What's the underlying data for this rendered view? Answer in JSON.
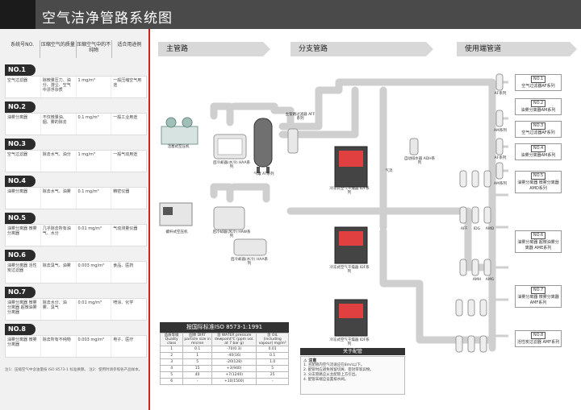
{
  "header": {
    "title": "空气洁净管路系统图"
  },
  "left": {
    "columns": [
      "系统号NO.",
      "压缩空气的质量",
      "压缩空气中的不纯物",
      "适合用途例"
    ],
    "rows": [
      {
        "no": "NO.1",
        "name": "空气过滤器",
        "quality": "除微量压力、油分、游尘、空气中漂浮杂质",
        "impurity": "1 mg/m³",
        "use": "一般压缩空气用途"
      },
      {
        "no": "NO.2",
        "name": "油雾分离器",
        "quality": "不仅微量油、烟、雾的除去",
        "impurity": "0.1 mg/m³",
        "use": "一般工业用途"
      },
      {
        "no": "NO.3",
        "name": "空气过滤器",
        "quality": "除去水气、油分",
        "impurity": "1 mg/m³",
        "use": "一般气动用途"
      },
      {
        "no": "NO.4",
        "name": "油雾分离器",
        "quality": "除去水气、油雾",
        "impurity": "0.1 mg/m³",
        "use": "精密仪器"
      },
      {
        "no": "NO.5",
        "name": "油雾分离器 微雾分离器",
        "quality": "几乎除去所有油气、水分",
        "impurity": "0.01 mg/m³",
        "use": "气动测量仪器"
      },
      {
        "no": "NO.6",
        "name": "油雾分离器 活性炭过滤器",
        "quality": "除去臭气、油雾",
        "impurity": "0.003 mg/m³",
        "use": "食品、医药"
      },
      {
        "no": "NO.7",
        "name": "油雾分离器 微雾分离器 超微油雾分离器",
        "quality": "除去水分、油雾、臭气",
        "impurity": "0.01 mg/m³",
        "use": "喷涂、化学"
      },
      {
        "no": "NO.8",
        "name": "油雾分离器 微雾分离器",
        "quality": "除去所有不纯物",
        "impurity": "0.003 mg/m³",
        "use": "电子、医疗"
      }
    ],
    "footer": "注1：压缩空气中含油量按 ISO 8573-1 标准换算。 注2：使用时请参照各产品样本。"
  },
  "sections": {
    "main": "主管路",
    "branch": "分支管路",
    "use": "使用端管道"
  },
  "diagram": {
    "compressor1": "活塞式空压机",
    "compressor2": "螺杆式空压机",
    "cooler1": "后冷却器(水冷) HAA系列",
    "cooler2": "后冷却器(风冷) HAW系列",
    "cooler3": "后冷却器(水冷) HAA系列",
    "tank": "气罐 AT系列",
    "main_filter": "主管路过滤器 AFF系列",
    "dryer1": "冷冻式空气干燥器 IDF系列",
    "dryer2": "冷冻式空气干燥器 IDF系列",
    "dryer3": "冷冻式空气干燥器 IDF系列",
    "drain": "自动排水器 ADH系列",
    "air": "气流",
    "filter_labels": [
      "AF系列",
      "AM系列",
      "AF系列",
      "AM系列",
      "AFF",
      "IDG",
      "AMD",
      "AMH",
      "AMG"
    ]
  },
  "use_boxes": [
    {
      "no": "NO.1",
      "text": "空气过滤器AF系列"
    },
    {
      "no": "NO.2",
      "text": "油雾分离器AM系列"
    },
    {
      "no": "NO.3",
      "text": "空气过滤器AF系列"
    },
    {
      "no": "NO.4",
      "text": "油雾分离器AM系列"
    },
    {
      "no": "NO.5",
      "text": "油雾分离器 微雾分离器 AMD系列"
    },
    {
      "no": "NO.6",
      "text": "油雾分离器 超微油雾分离器 AME系列"
    },
    {
      "no": "NO.7",
      "text": "油雾分离器 微雾分离器 AMF系列"
    },
    {
      "no": "NO.8",
      "text": "活性炭过滤器 AMF系列"
    }
  ],
  "iso": {
    "title": "按国际标准ISO 8573-1:1991",
    "headers": [
      "品质等级 Quality class",
      "固体 DIRT particle size in micron",
      "含 WATER pressure dewpoint℃ (ppm vol. at 7 bar g)",
      "含 OIL (including vapour) mg/m³"
    ],
    "rows": [
      [
        "1",
        "0.1",
        "-70(0.3)",
        "0.01"
      ],
      [
        "2",
        "1",
        "-40(16)",
        "0.1"
      ],
      [
        "3",
        "5",
        "-20(128)",
        "1.0"
      ],
      [
        "4",
        "15",
        "+3(940)",
        "5"
      ],
      [
        "5",
        "40",
        "+7(1240)",
        "25"
      ],
      [
        "6",
        "-",
        "+10(1500)",
        "-"
      ]
    ]
  },
  "notes": {
    "title": "关于配管",
    "head": "⚠ 注意",
    "lines": [
      "1. 主配管内空气流速应在8m/s以下。",
      "2. 配管时应避免残留切屑、密封带等异物。",
      "3. 分支管路应从主配管上方引出。",
      "4. 配管末端应设置排水阀。"
    ]
  }
}
